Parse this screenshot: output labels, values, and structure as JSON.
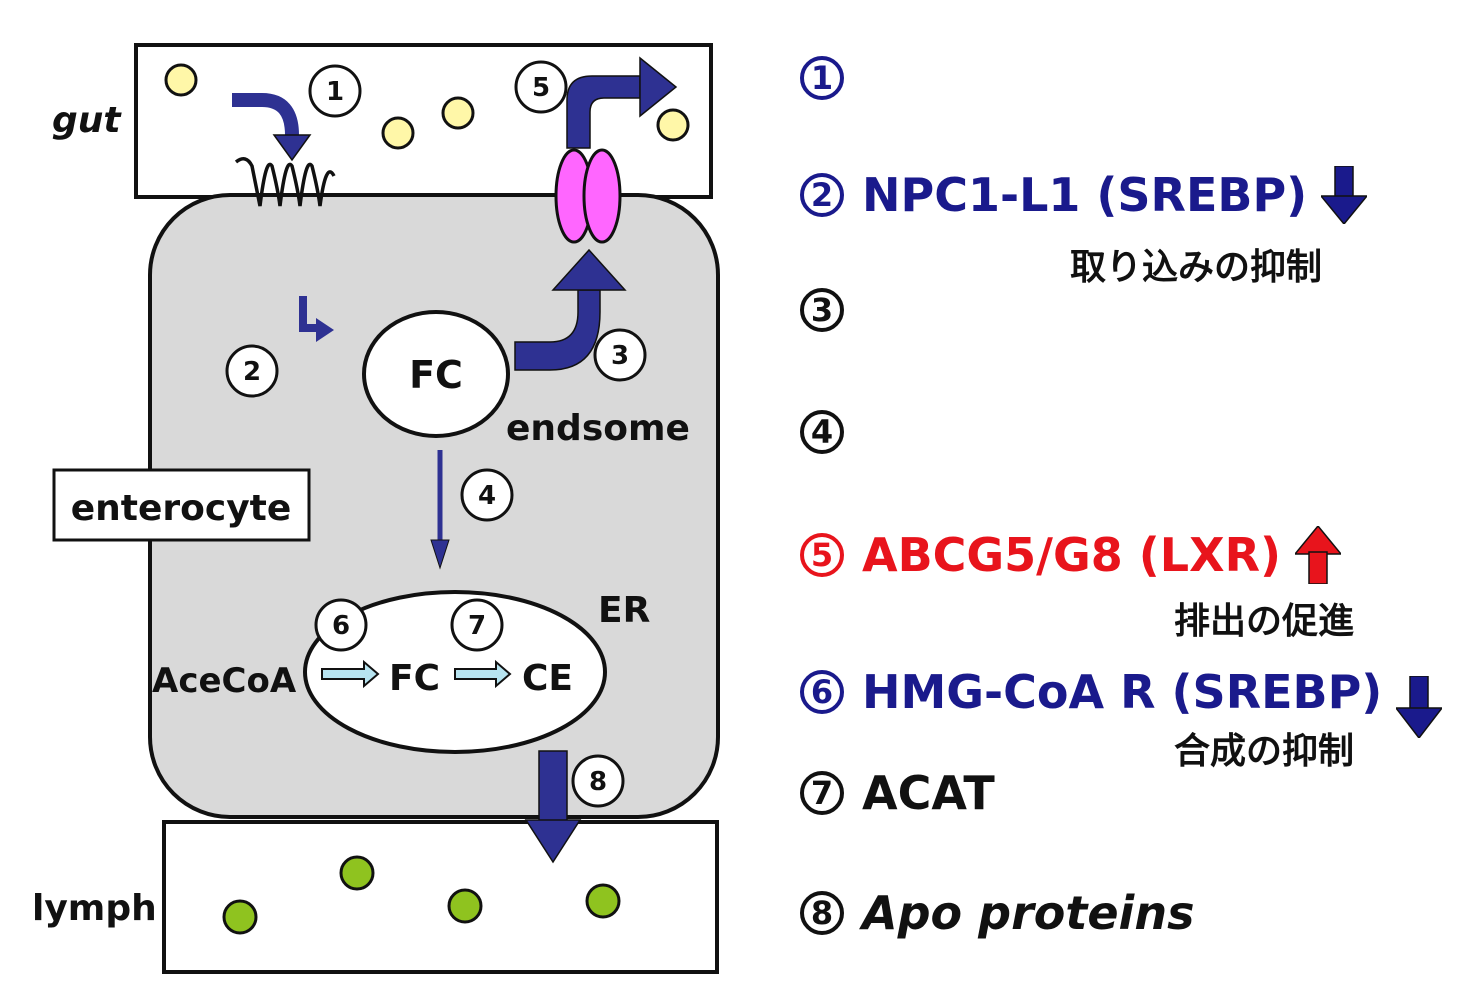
{
  "colors": {
    "navy": "#1a1a8c",
    "red": "#e8141c",
    "arrow_blue": "#2e3192",
    "cell_gray": "#d9d9d9",
    "yellow_ball": "#fff7a8",
    "green_ball": "#8fc31f",
    "transporter_pink": "#ff66ff",
    "small_arrow": "#b7e4f0"
  },
  "diagram": {
    "gut_label": "gut",
    "lymph_label": "lymph",
    "enterocyte_label": "enterocyte",
    "fc_label": "FC",
    "endosome_label": "endsome",
    "er_label": "ER",
    "acecoa_label": "AceCoA",
    "er_fc_label": "FC",
    "ce_label": "CE",
    "step_numbers": [
      "1",
      "2",
      "3",
      "4",
      "5",
      "6",
      "7",
      "8"
    ]
  },
  "legend": [
    {
      "number": "1",
      "text": "",
      "color": "#1a1a8c",
      "arrow": "",
      "note": ""
    },
    {
      "number": "2",
      "text": "NPC1-L1 (SREBP)",
      "color": "#1a1a8c",
      "arrow": "down-arrow-icon",
      "note": "取り込みの抑制"
    },
    {
      "number": "3",
      "text": "",
      "color": "#111111",
      "arrow": "",
      "note": ""
    },
    {
      "number": "4",
      "text": "",
      "color": "#111111",
      "arrow": "",
      "note": ""
    },
    {
      "number": "5",
      "text": "ABCG5/G8  (LXR)",
      "color": "#e8141c",
      "arrow": "up-arrow-icon",
      "note": "排出の促進"
    },
    {
      "number": "6",
      "text": "HMG-CoA R (SREBP)",
      "color": "#1a1a8c",
      "arrow": "down-arrow-icon",
      "note": "合成の抑制"
    },
    {
      "number": "7",
      "text": "ACAT",
      "color": "#111111",
      "arrow": "",
      "note": ""
    },
    {
      "number": "8",
      "text": "Apo proteins",
      "color": "#111111",
      "arrow": "",
      "note": ""
    }
  ]
}
